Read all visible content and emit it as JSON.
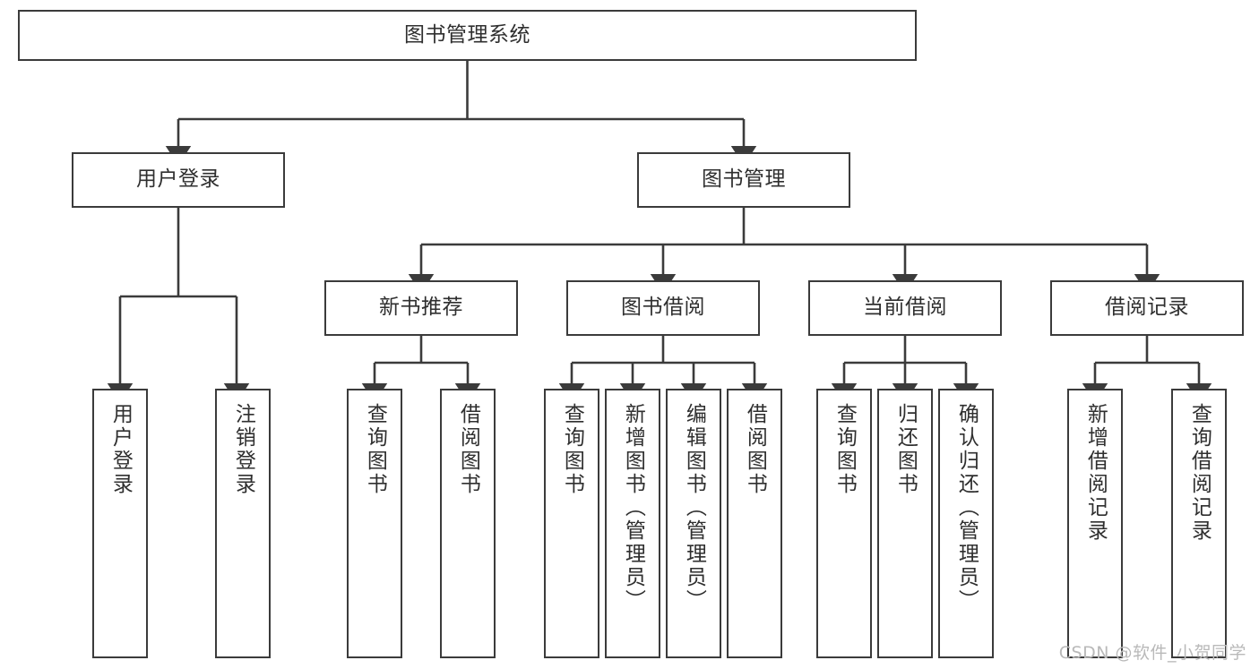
{
  "diagram": {
    "title": "图书管理系统",
    "watermark": "CSDN @软件_小贺同学",
    "colors": {
      "box_border": "#3b3b3b",
      "box_fill": "#ffffff",
      "text": "#2f2f2f",
      "connector": "#3b3b3b",
      "watermark": "#b9b9b9",
      "background": "#ffffff"
    },
    "levels": {
      "root": {
        "label": "图书管理系统"
      },
      "level2": [
        {
          "id": "user-login",
          "label": "用户登录"
        },
        {
          "id": "book-manage",
          "label": "图书管理"
        }
      ],
      "level3": [
        {
          "id": "new-book-rec",
          "label": "新书推荐"
        },
        {
          "id": "book-borrow",
          "label": "图书借阅"
        },
        {
          "id": "current-borrow",
          "label": "当前借阅"
        },
        {
          "id": "borrow-record",
          "label": "借阅记录"
        }
      ],
      "leaves": {
        "user-login": [
          {
            "id": "leaf-user-login",
            "label": "用户登录"
          },
          {
            "id": "leaf-logout",
            "label": "注销登录"
          }
        ],
        "new-book-rec": [
          {
            "id": "leaf-query-book-1",
            "label": "查询图书"
          },
          {
            "id": "leaf-borrow-book-1",
            "label": "借阅图书"
          }
        ],
        "book-borrow": [
          {
            "id": "leaf-query-book-2",
            "label": "查询图书"
          },
          {
            "id": "leaf-add-book",
            "label": "新增图书（管理员）"
          },
          {
            "id": "leaf-edit-book",
            "label": "编辑图书（管理员）"
          },
          {
            "id": "leaf-borrow-book-2",
            "label": "借阅图书"
          }
        ],
        "current-borrow": [
          {
            "id": "leaf-query-book-3",
            "label": "查询图书"
          },
          {
            "id": "leaf-return-book",
            "label": "归还图书"
          },
          {
            "id": "leaf-confirm-return",
            "label": "确认归还（管理员）"
          }
        ],
        "borrow-record": [
          {
            "id": "leaf-add-record",
            "label": "新增借阅记录"
          },
          {
            "id": "leaf-query-record",
            "label": "查询借阅记录"
          }
        ]
      }
    }
  }
}
